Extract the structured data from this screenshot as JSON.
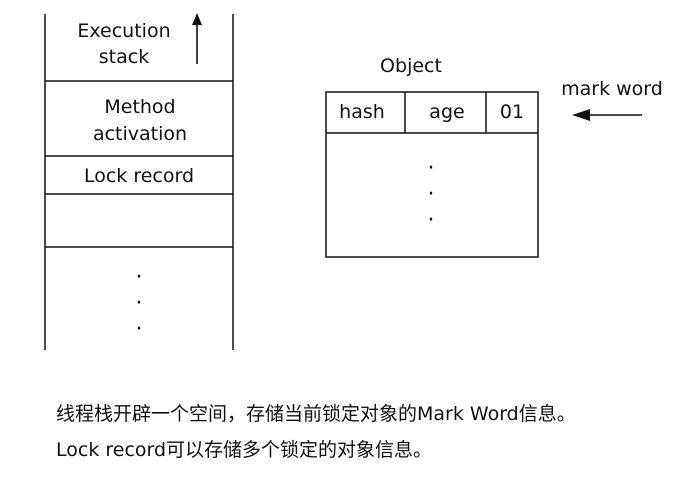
{
  "stack": {
    "header_line1": "Execution",
    "header_line2": "stack",
    "method_line1": "Method",
    "method_line2": "activation",
    "lock_record": "Lock record",
    "continuation_dots": "·"
  },
  "object": {
    "title": "Object",
    "fields": [
      "hash",
      "age",
      "01"
    ],
    "continuation_dots": "·"
  },
  "mark_word_label": "mark word",
  "caption": {
    "line1": "线程栈开辟一个空间，存储当前锁定对象的Mark Word信息。",
    "line2": "Lock record可以存储多个锁定的对象信息。"
  },
  "colors": {
    "line": "#111111",
    "background": "#ffffff",
    "text": "#111111"
  }
}
